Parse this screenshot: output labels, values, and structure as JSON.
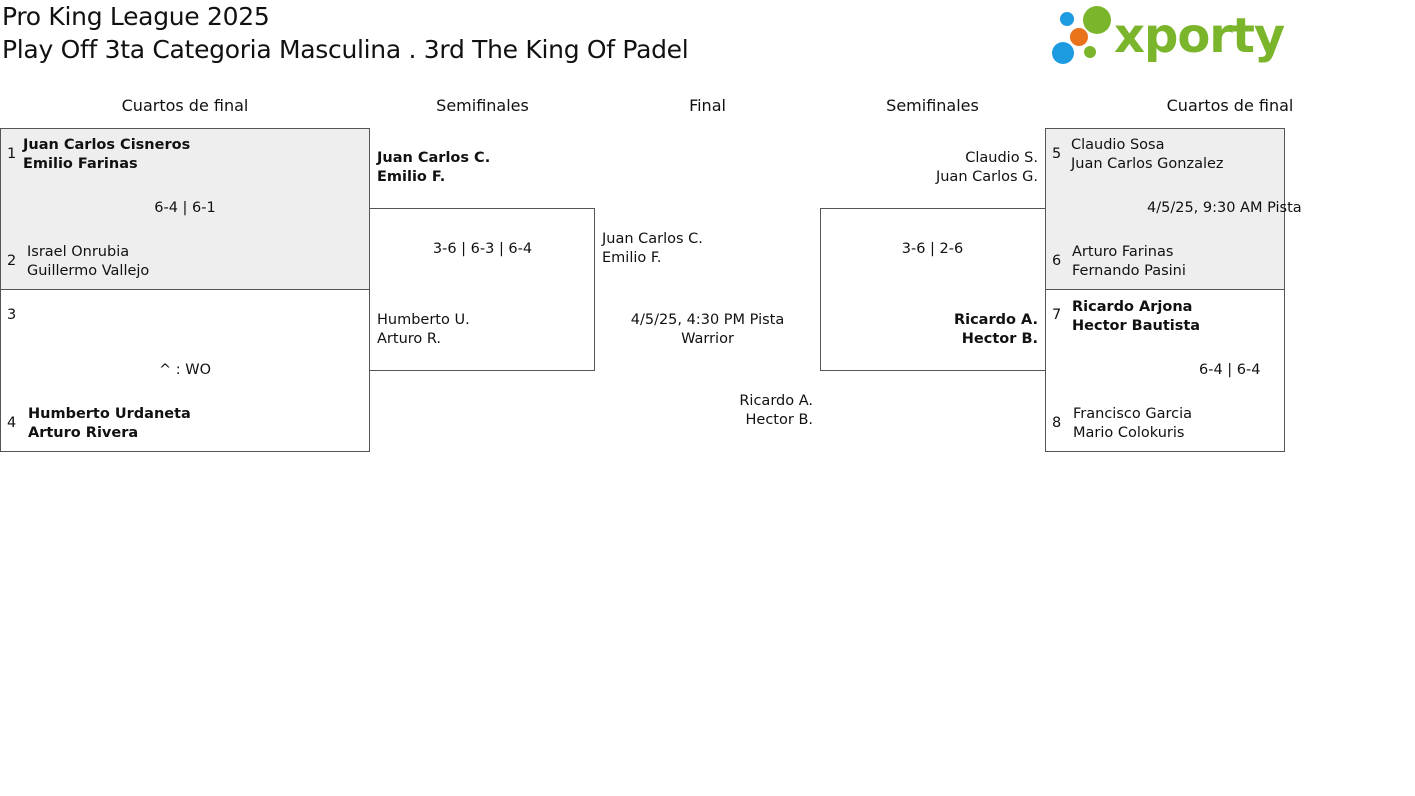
{
  "header": {
    "title": "Pro King League 2025",
    "subtitle": "Play Off 3ta Categoria Masculina . 3rd The King Of Padel",
    "logo_text": "xporty"
  },
  "rounds": {
    "qf_left": "Cuartos de final",
    "sf_left": "Semifinales",
    "final": "Final",
    "sf_right": "Semifinales",
    "qf_right": "Cuartos de final"
  },
  "qf": [
    {
      "seed_a": "1",
      "a1": "Juan Carlos Cisneros",
      "a2": "Emilio Farinas",
      "score": "6-4 | 6-1",
      "seed_b": "2",
      "b1": "Israel Onrubia",
      "b2": "Guillermo Vallejo"
    },
    {
      "seed_a": "3",
      "a1": "",
      "a2": "",
      "score": "^ : WO",
      "seed_b": "4",
      "b1": "Humberto Urdaneta",
      "b2": "Arturo Rivera"
    },
    {
      "seed_a": "5",
      "a1": "Claudio Sosa",
      "a2": "Juan Carlos Gonzalez",
      "score": "4/5/25, 9:30 AM Pista",
      "seed_b": "6",
      "b1": "Arturo Farinas",
      "b2": "Fernando Pasini"
    },
    {
      "seed_a": "7",
      "a1": "Ricardo Arjona",
      "a2": "Hector Bautista",
      "score": "6-4 | 6-4",
      "seed_b": "8",
      "b1": "Francisco Garcia",
      "b2": "Mario Colokuris"
    }
  ],
  "sf_left": {
    "a1": "Juan Carlos C.",
    "a2": "Emilio F.",
    "score": "3-6 | 6-3 | 6-4",
    "b1": "Humberto U.",
    "b2": "Arturo R."
  },
  "sf_right": {
    "a1": "Claudio S.",
    "a2": "Juan Carlos G.",
    "score": "3-6 | 2-6",
    "b1": "Ricardo A.",
    "b2": "Hector B."
  },
  "final": {
    "a1": "Juan Carlos C.",
    "a2": "Emilio F.",
    "schedule1": "4/5/25, 4:30 PM Pista",
    "schedule2": "Warrior",
    "b1": "Ricardo A.",
    "b2": "Hector B."
  },
  "colors": {
    "winner_bg": "#eeeeee",
    "border": "#555555",
    "logo_green": "#7ab52b",
    "logo_blue": "#1c9be0",
    "logo_orange": "#e8731a"
  }
}
